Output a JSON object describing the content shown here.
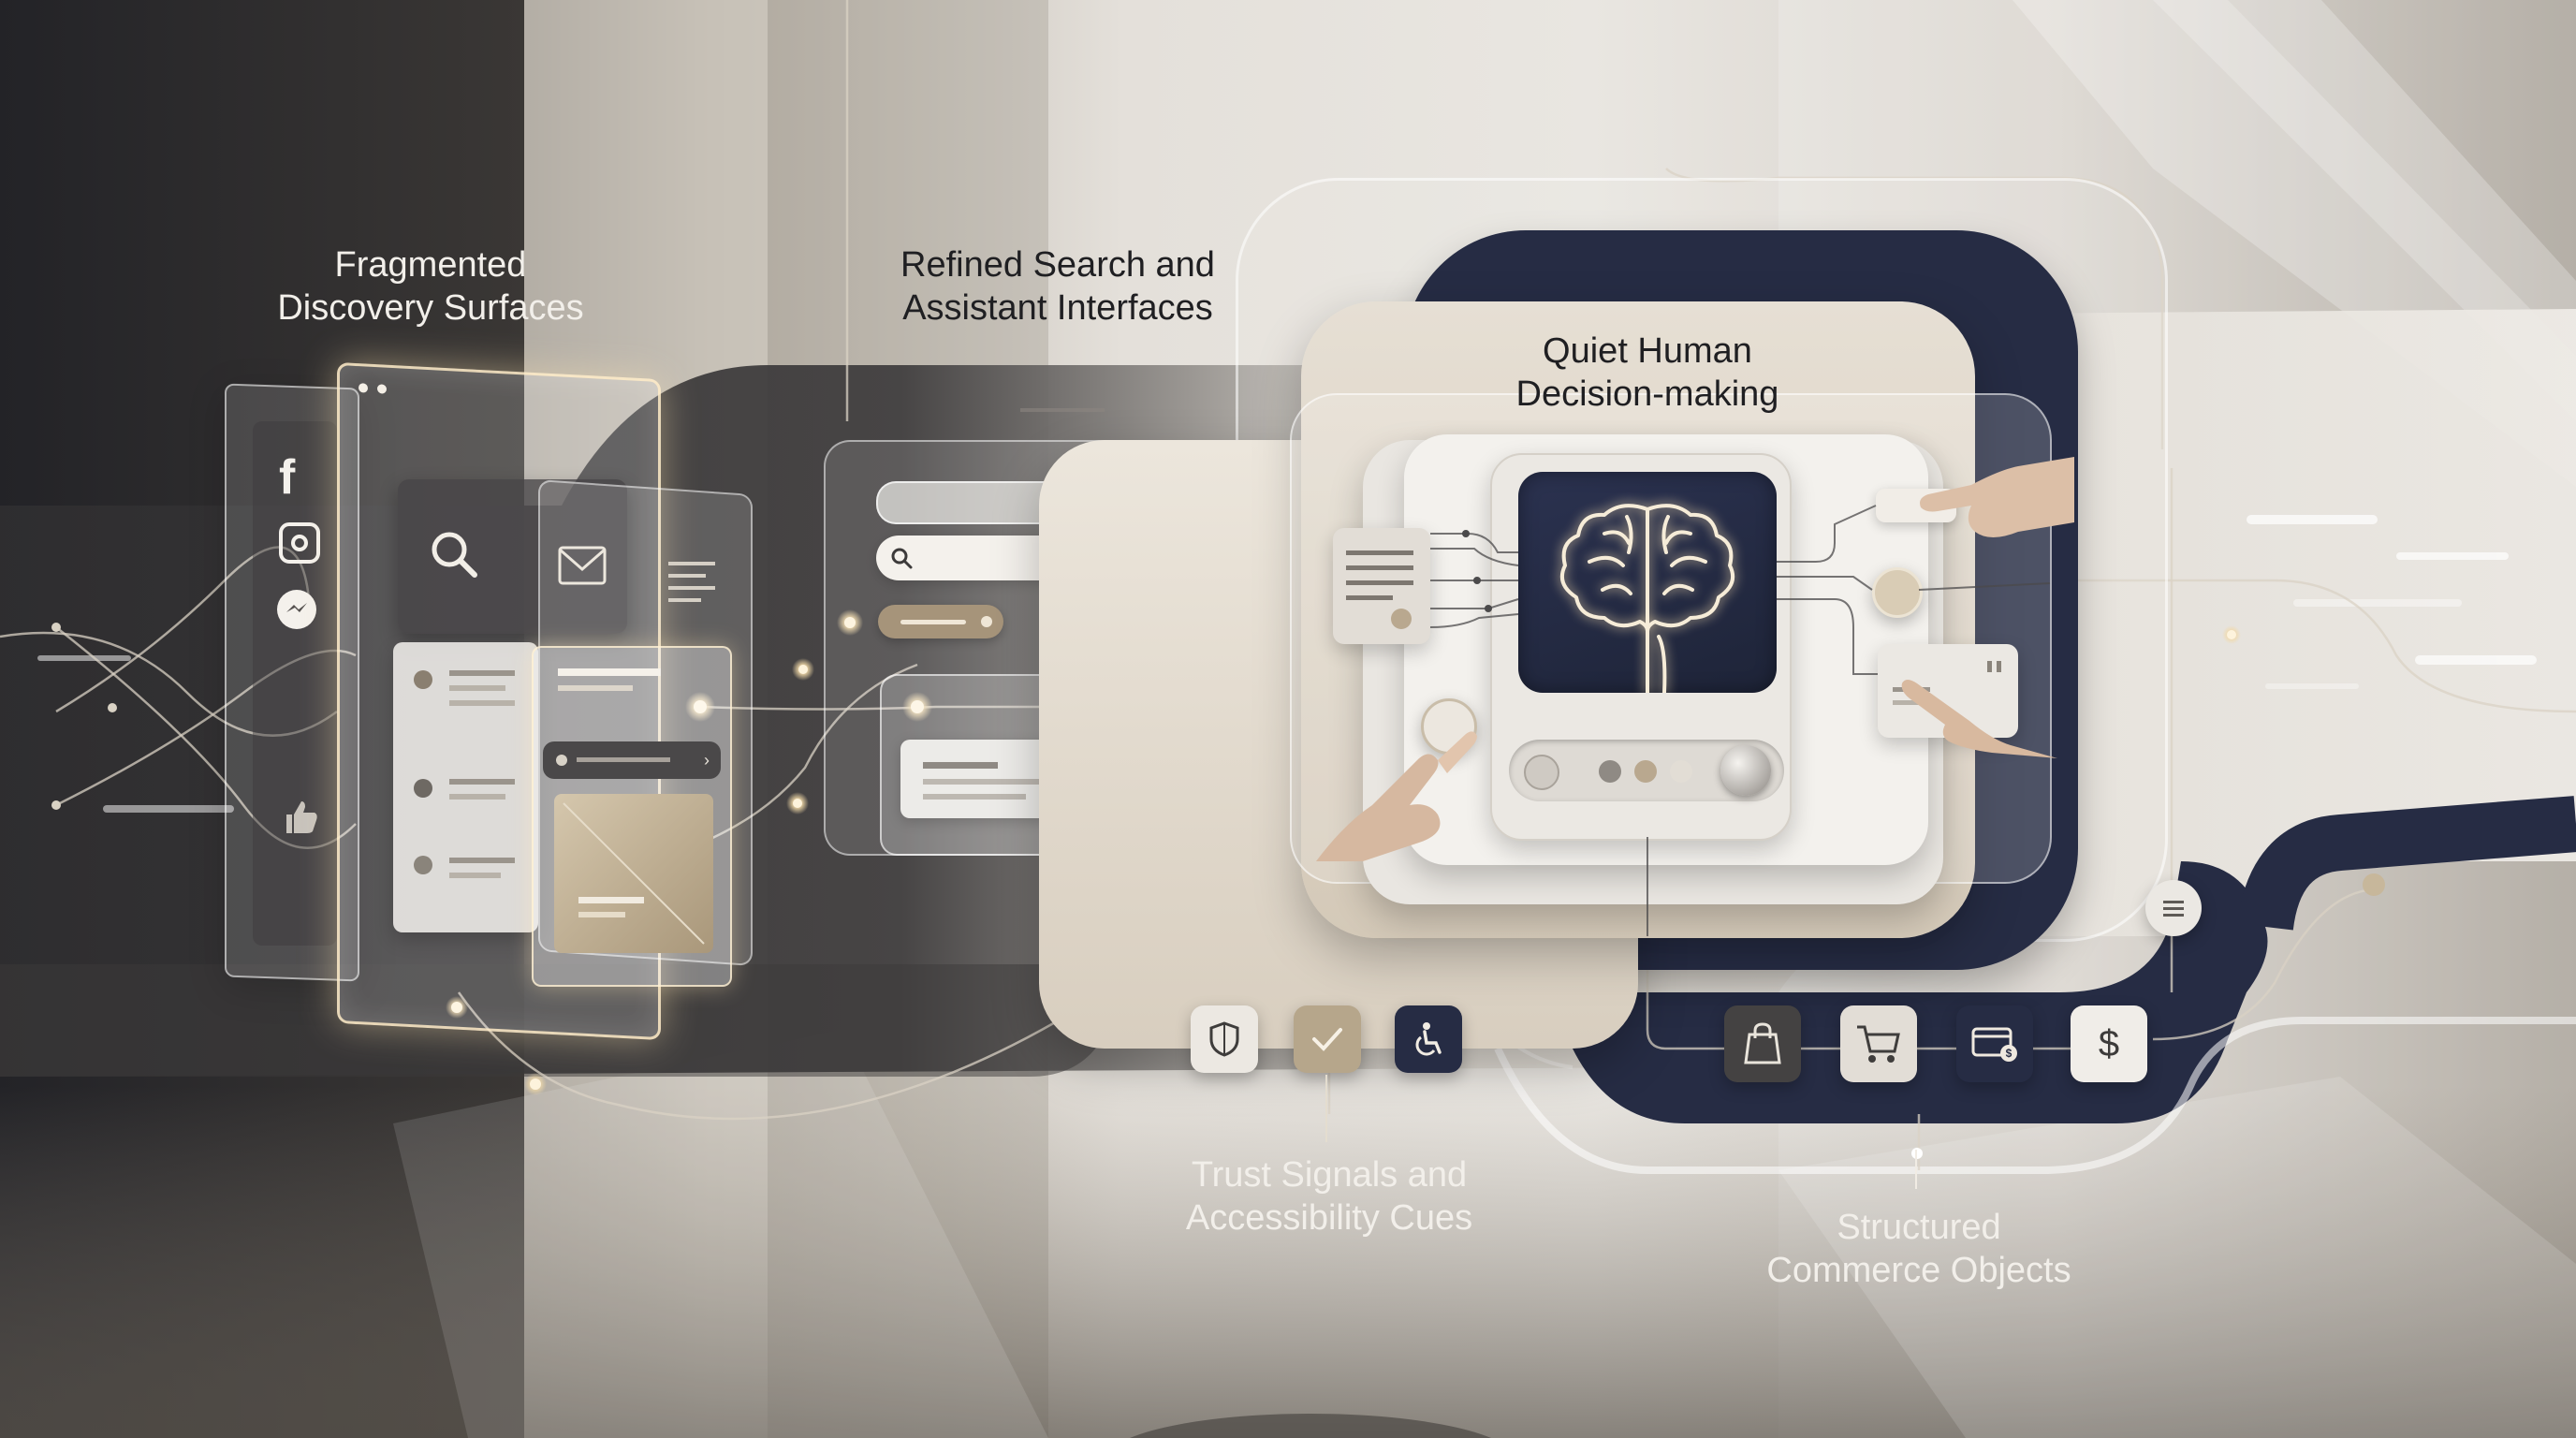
{
  "labels": {
    "fragmented": [
      "Fragmented",
      "Discovery Surfaces"
    ],
    "refined": [
      "Refined Search and",
      "Assistant Interfaces"
    ],
    "quiet": [
      "Quiet Human",
      "Decision-making"
    ],
    "trust": [
      "Trust Signals and",
      "Accessibility Cues"
    ],
    "commerce": [
      "Structured",
      "Commerce Objects"
    ]
  },
  "social_icons": [
    "facebook-icon",
    "instagram-icon",
    "messenger-icon",
    "thumbs-up-icon"
  ],
  "trust_icons": [
    "shield-icon",
    "checkmark-icon",
    "accessibility-icon"
  ],
  "commerce_icons": [
    "shopping-bag-icon",
    "shopping-cart-icon",
    "credit-card-icon",
    "dollar-icon"
  ],
  "colors": {
    "navy": "#262c44",
    "sand": "#b9a88f",
    "cream": "#ece7df",
    "glow": "#f4e3c3"
  }
}
